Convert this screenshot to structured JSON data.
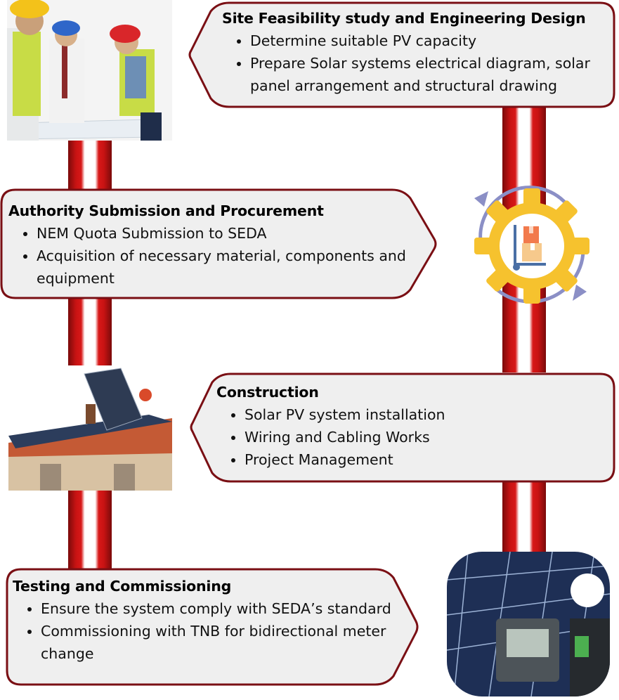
{
  "steps": [
    {
      "title": "Site Feasibility study and Engineering Design",
      "bullets": [
        "Determine suitable PV capacity",
        "Prepare Solar systems electrical diagram, solar panel arrangement and structural drawing"
      ]
    },
    {
      "title": "Authority Submission and Procurement",
      "bullets": [
        "NEM Quota Submission to SEDA",
        "Acquisition of necessary material, components and equipment"
      ]
    },
    {
      "title": "Construction",
      "bullets": [
        "Solar PV system installation",
        "Wiring and Cabling Works",
        "Project Management"
      ]
    },
    {
      "title": "Testing and Commissioning",
      "bullets": [
        "Ensure the system comply with SEDA’s standard",
        "Commissioning with TNB for bidirectional meter change"
      ]
    }
  ],
  "colors": {
    "card_fill": "#efefef",
    "card_border": "#7a0f14",
    "pipe_red": "#d71818",
    "gear_yellow": "#f6c22e",
    "arrow_blue": "#8b8fc6"
  }
}
